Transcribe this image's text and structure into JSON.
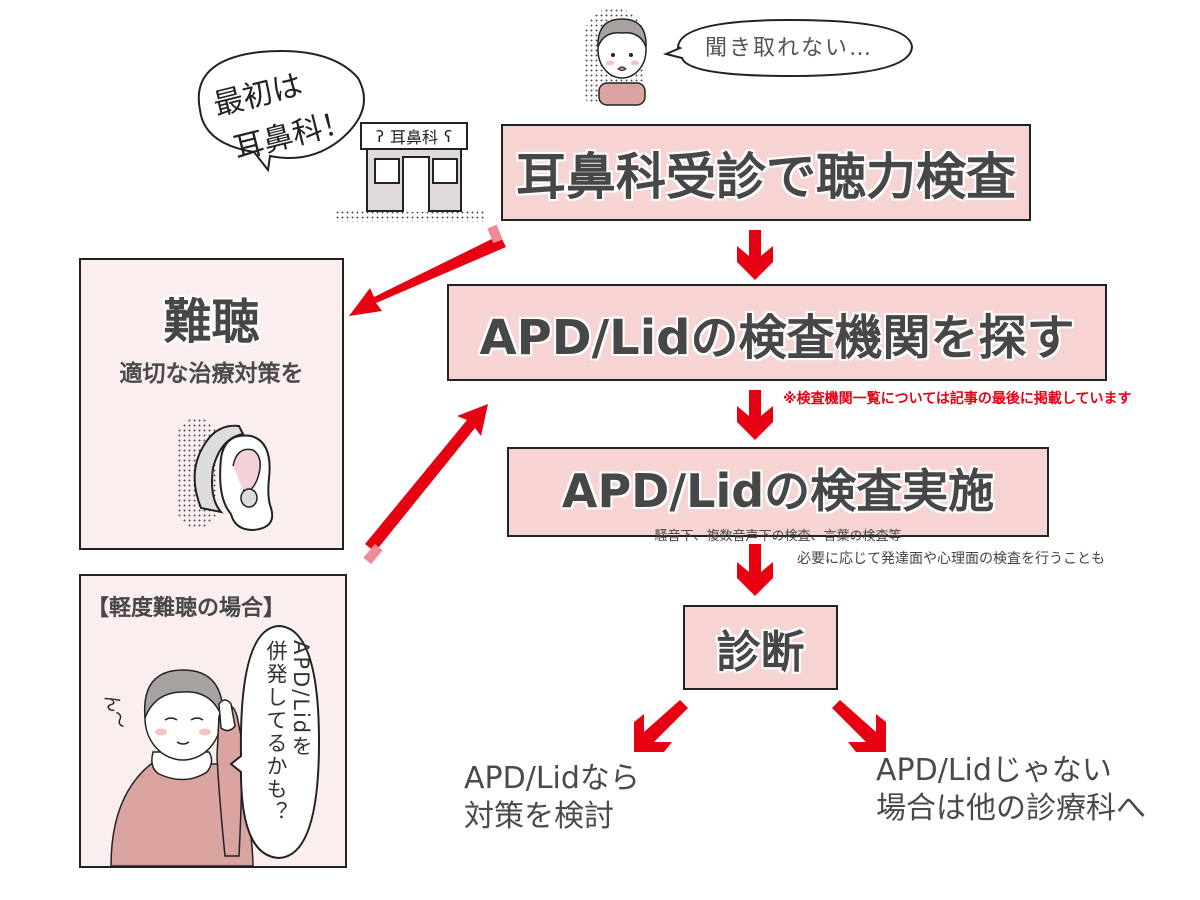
{
  "header": {
    "person_speech": "聞き取れない…",
    "first_speech_line1": "最初は",
    "first_speech_line2": "耳鼻科！",
    "clinic_sign": "耳鼻科"
  },
  "flow": {
    "step1": "耳鼻科受診で聴力検査",
    "step2": "APD/Lidの検査機関を探す",
    "step2_note": "※検査機関一覧については記事の最後に掲載しています",
    "step3": "APD/Lidの検査実施",
    "step3_sub": "騒音下、複数音声下の検査、言葉の検査等",
    "step3_note": "必要に応じて発達面や心理面の検査を行うことも",
    "step4": "診断",
    "outcome_left_line1": "APD/Lidなら",
    "outcome_left_line2": "対策を検討",
    "outcome_right_line1": "APD/Lidじゃない",
    "outcome_right_line2": "場合は他の診療科へ"
  },
  "side": {
    "hearing_loss_title": "難聴",
    "hearing_loss_sub": "適切な治療対策を",
    "mild_title": "【軽度難聴の場合】",
    "mild_speech_col1": "APD/Lidを",
    "mild_speech_col2": "併発してるかも？",
    "mild_murmur": "ん〜"
  },
  "colors": {
    "box_fill": "#f6d4d4",
    "panel_fill": "#fbeeee",
    "arrow_red": "#e60012",
    "note_red": "#e60012",
    "text_dark": "#474747"
  }
}
